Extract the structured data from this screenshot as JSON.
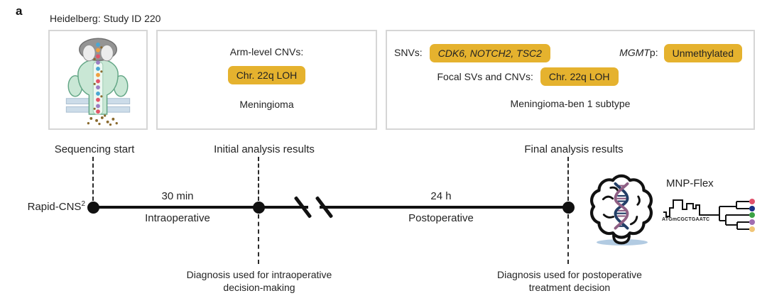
{
  "panel": {
    "label": "a",
    "study_header": "Heidelberg: Study ID 220"
  },
  "nanopore_box": {
    "icon": "nanopore-sequencing-icon"
  },
  "initial_results_box": {
    "title": "Arm-level CNVs:",
    "cnv_highlight": "Chr. 22q LOH",
    "diagnosis": "Meningioma"
  },
  "final_results_box": {
    "snvs_label": "SNVs:",
    "snvs_highlight": "CDK6, NOTCH2, TSC2",
    "mgmt_gene": "MGMT",
    "mgmt_suffix": "p:",
    "mgmt_highlight": "Unmethylated",
    "focal_label": "Focal SVs and CNVs:",
    "focal_highlight": "Chr. 22q LOH",
    "diagnosis": "Meningioma-ben 1 subtype"
  },
  "timeline": {
    "track_label": "Rapid-CNS",
    "track_label_sup": "2",
    "milestones": [
      "Sequencing start",
      "Initial analysis results",
      "Final analysis results"
    ],
    "segments": [
      {
        "duration": "30 min",
        "phase": "Intraoperative"
      },
      {
        "duration": "24 h",
        "phase": "Postoperative"
      }
    ],
    "notes": [
      "Diagnosis used for intraoperative decision-making",
      "Diagnosis used for postoperative treatment decision"
    ]
  },
  "mnp_flex": {
    "label": "MNP-Flex",
    "sequence": "ATGmCGCTGAATC"
  },
  "colors": {
    "highlight": "#e5b22e",
    "text": "#242424",
    "box_border": "#d6d6d6",
    "leaf_red": "#e0516b",
    "leaf_blue": "#1b3087",
    "leaf_green": "#3aa244",
    "leaf_purple": "#a06cb0",
    "leaf_yellow": "#f0c577",
    "brain_shadow": "#a4c2dd"
  }
}
